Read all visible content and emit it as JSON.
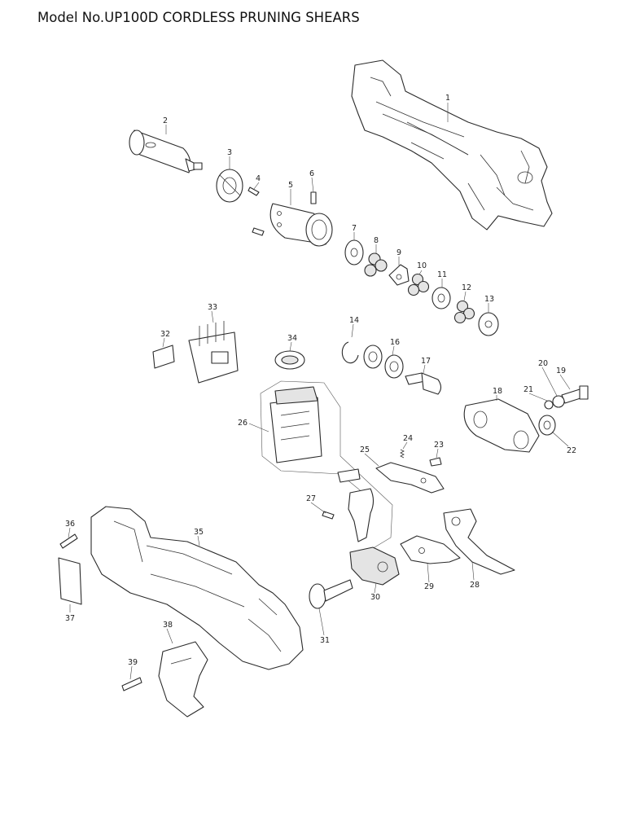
{
  "title": "Model No.UP100D CORDLESS PRUNING SHEARS",
  "colors": {
    "line": "#2a2a2a",
    "shade": "#e4e4e4",
    "background": "#ffffff"
  },
  "parts": [
    {
      "no": "1"
    },
    {
      "no": "2"
    },
    {
      "no": "3"
    },
    {
      "no": "4"
    },
    {
      "no": "5"
    },
    {
      "no": "6"
    },
    {
      "no": "7"
    },
    {
      "no": "8"
    },
    {
      "no": "9"
    },
    {
      "no": "10"
    },
    {
      "no": "11"
    },
    {
      "no": "12"
    },
    {
      "no": "13"
    },
    {
      "no": "14"
    },
    {
      "no": "16"
    },
    {
      "no": "17"
    },
    {
      "no": "18"
    },
    {
      "no": "19"
    },
    {
      "no": "20"
    },
    {
      "no": "21"
    },
    {
      "no": "22"
    },
    {
      "no": "23"
    },
    {
      "no": "24"
    },
    {
      "no": "25"
    },
    {
      "no": "26"
    },
    {
      "no": "27"
    },
    {
      "no": "28"
    },
    {
      "no": "29"
    },
    {
      "no": "30"
    },
    {
      "no": "31"
    },
    {
      "no": "32"
    },
    {
      "no": "33"
    },
    {
      "no": "34"
    },
    {
      "no": "35"
    },
    {
      "no": "36"
    },
    {
      "no": "37"
    },
    {
      "no": "38"
    },
    {
      "no": "39"
    }
  ]
}
